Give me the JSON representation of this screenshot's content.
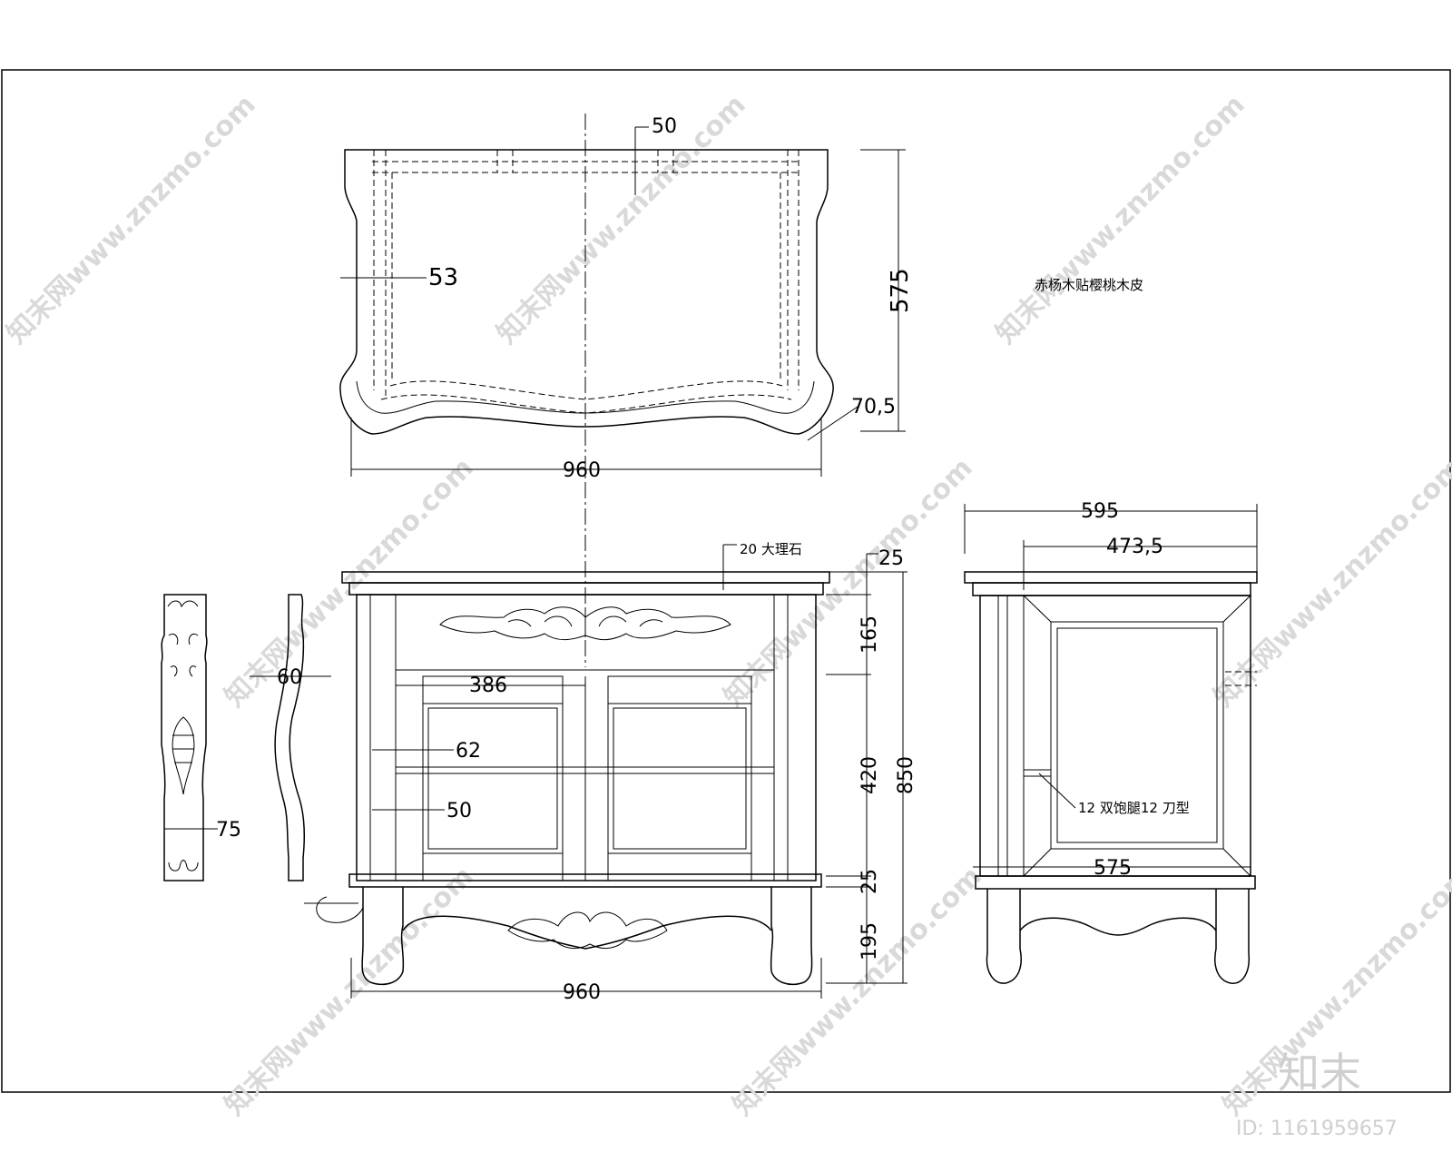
{
  "material_note": "赤杨木贴樱桃木皮",
  "top_view": {
    "dim_front_rail": "50",
    "dim_side_rail": "53",
    "dim_depth": "575",
    "dim_corner": "70,5",
    "dim_width": "960"
  },
  "front_view": {
    "marble_note": "20 大理石",
    "dim_top_overhang": "25",
    "dim_drawer_height": "165",
    "dim_door_height": "420",
    "dim_base_rail": "25",
    "dim_leg_height": "195",
    "dim_total_height": "850",
    "dim_door_width": "386",
    "dim_door_stile": "62",
    "dim_mid_rail": "50",
    "dim_width": "960"
  },
  "leg_detail": {
    "dim_front_width": "75",
    "dim_side_width": "60"
  },
  "side_view": {
    "dim_total_depth": "595",
    "dim_panel_depth": "473,5",
    "dim_inner_depth": "575",
    "edge_note": "12 双饱腿12 刀型"
  },
  "watermark": {
    "site": "知末网www.znzmo.com",
    "brand": "知末",
    "id_label": "ID: 1161959657"
  }
}
